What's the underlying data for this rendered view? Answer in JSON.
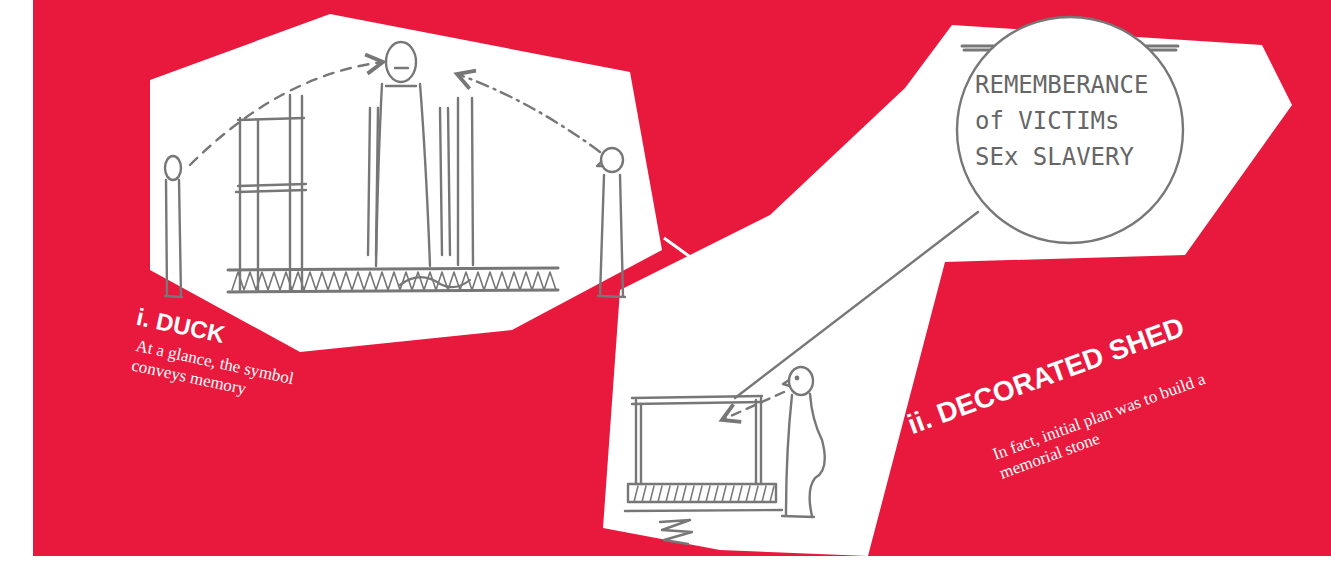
{
  "diagram": {
    "nodes": [
      {
        "text": [
          "REMEMBERANCE of VICTIMs SEx SLAVERY"
        ]
      }
    ],
    "labels": [
      "i. DUCK",
      "At a glance, the symbol conveys memory",
      "ii. DECORATED SHED",
      "In fact, initial plan was to build a memorial stone"
    ]
  }
}
